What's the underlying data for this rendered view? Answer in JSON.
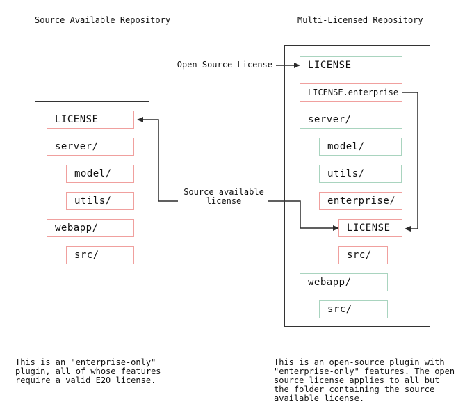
{
  "colors": {
    "source_available_border": "#f0a09e",
    "open_source_border": "#a9d4bf",
    "line": "#2b2b2b",
    "text": "#111111"
  },
  "left_repo": {
    "title": "Source Available Repository",
    "items": [
      {
        "label": "LICENSE",
        "type": "source-available"
      },
      {
        "label": "server/",
        "type": "source-available"
      },
      {
        "label": "model/",
        "type": "source-available"
      },
      {
        "label": "utils/",
        "type": "source-available"
      },
      {
        "label": "webapp/",
        "type": "source-available"
      },
      {
        "label": "src/",
        "type": "source-available"
      }
    ],
    "caption": "This is an \"enterprise-only\"\nplugin, all of whose features\nrequire a valid E20 license."
  },
  "right_repo": {
    "title": "Multi-Licensed Repository",
    "items": [
      {
        "label": "LICENSE",
        "type": "open-source"
      },
      {
        "label": "LICENSE.enterprise",
        "type": "source-available"
      },
      {
        "label": "server/",
        "type": "open-source"
      },
      {
        "label": "model/",
        "type": "open-source"
      },
      {
        "label": "utils/",
        "type": "open-source"
      },
      {
        "label": "enterprise/",
        "type": "source-available"
      },
      {
        "label": "LICENSE",
        "type": "source-available"
      },
      {
        "label": "src/",
        "type": "source-available"
      },
      {
        "label": "webapp/",
        "type": "open-source"
      },
      {
        "label": "src/",
        "type": "open-source"
      }
    ],
    "caption": "This is an open-source plugin with\n\"enterprise-only\" features. The open\nsource license applies to all but\nthe folder containing the source\navailable license."
  },
  "annotations": {
    "open_source_license": "Open Source License",
    "source_available_line1": "Source available",
    "source_available_line2": "license"
  }
}
